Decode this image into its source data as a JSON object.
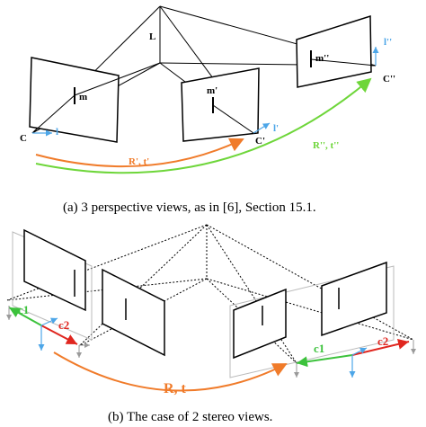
{
  "panel_a": {
    "caption": "(a)  3 perspective views, as in [6], Section 15.1.",
    "point_label": "L",
    "camera_labels": [
      "C",
      "C'",
      "C''"
    ],
    "image_point_labels": [
      "m",
      "m'",
      "m''"
    ],
    "axis_labels": [
      "l",
      "l'",
      "l''"
    ],
    "motion_labels": [
      "R', t'",
      "R'', t''"
    ],
    "colors": {
      "orange": "#f07b2a",
      "green": "#6ed63a",
      "axis_blue": "#4da6e8"
    }
  },
  "panel_b": {
    "caption": "(b)  The case of 2 stereo views.",
    "baseline_labels": [
      "c1",
      "c2",
      "c1",
      "c2"
    ],
    "motion_label": "R, t",
    "colors": {
      "green": "#3cc23c",
      "red": "#e0261f",
      "orange": "#f07b2a",
      "axis_blue": "#4da6e8",
      "axis_gray": "#9a9a9a"
    }
  }
}
